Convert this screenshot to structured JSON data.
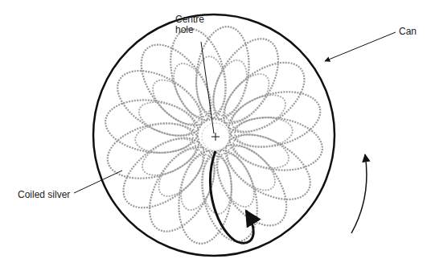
{
  "diagram": {
    "labels": [
      "Centre hole",
      "Can",
      "Coiled silver"
    ]
  }
}
